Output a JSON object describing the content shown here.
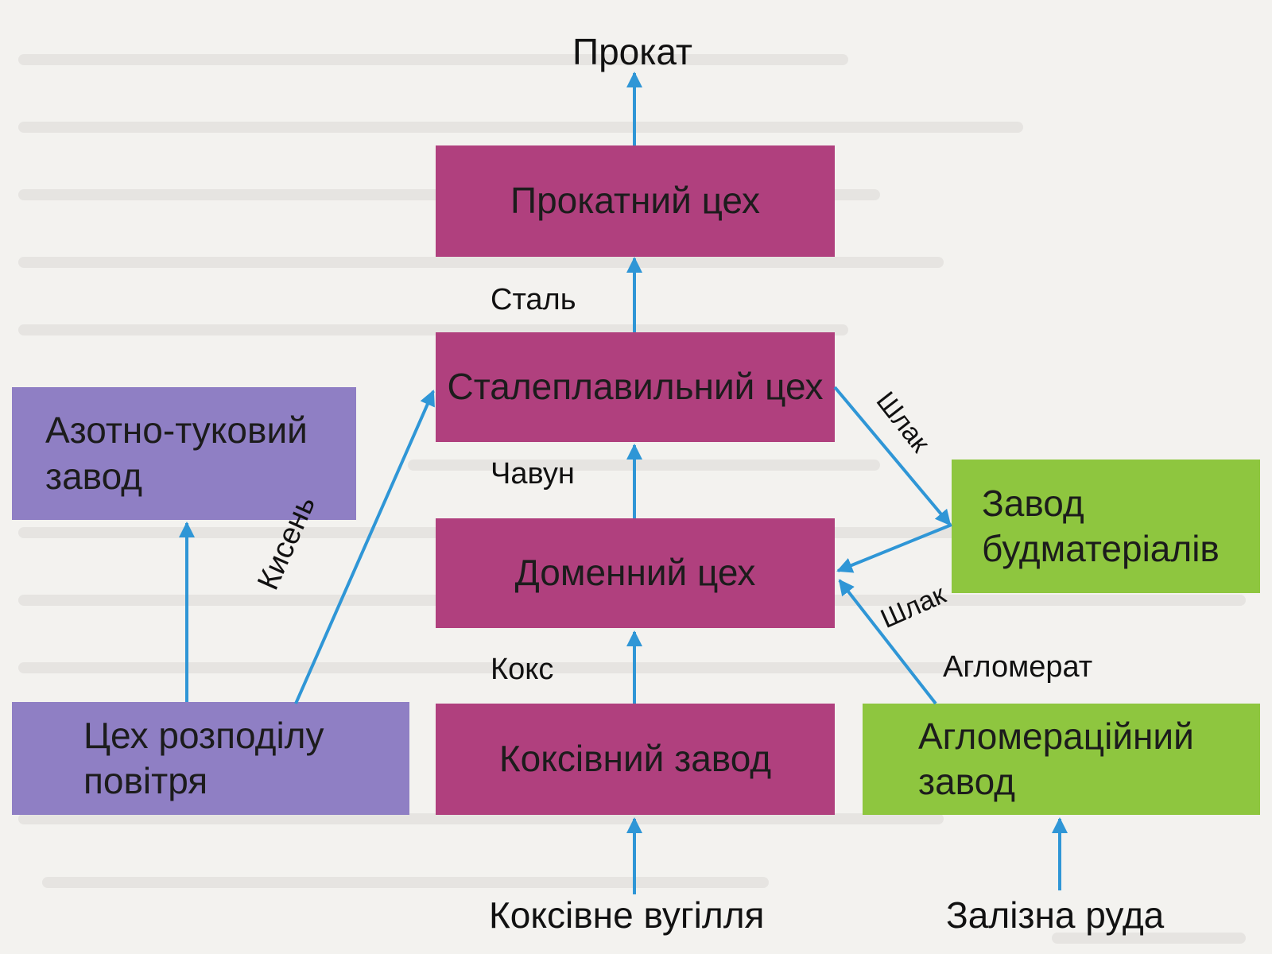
{
  "nodes": {
    "rolling_shop": "Прокатний цех",
    "steel_shop": "Сталеплавильний цех",
    "blast_furnace": "Доменний цех",
    "coke_plant": "Коксівний завод",
    "nitrogen_plant_line1": "Азотно-туковий",
    "nitrogen_plant_line2": "завод",
    "air_separation_line1": "Цех розподілу",
    "air_separation_line2": "повітря",
    "building_materials_line1": "Завод",
    "building_materials_line2": "будматеріалів",
    "sinter_plant_line1": "Агломераційний",
    "sinter_plant_line2": "завод"
  },
  "flows": {
    "rolled_product": "Прокат",
    "steel": "Сталь",
    "pig_iron": "Чавун",
    "coke": "Кокс",
    "coking_coal": "Коксівне вугілля",
    "oxygen": "Кисень",
    "slag_steel": "Шлак",
    "slag_blast": "Шлак",
    "agglomerate": "Агломерат",
    "iron_ore": "Залізна руда"
  },
  "colors": {
    "production_chain": "#b0407e",
    "chemical_side": "#8f7fc4",
    "materials_side": "#8ec63f",
    "arrow": "#2f96d6"
  }
}
